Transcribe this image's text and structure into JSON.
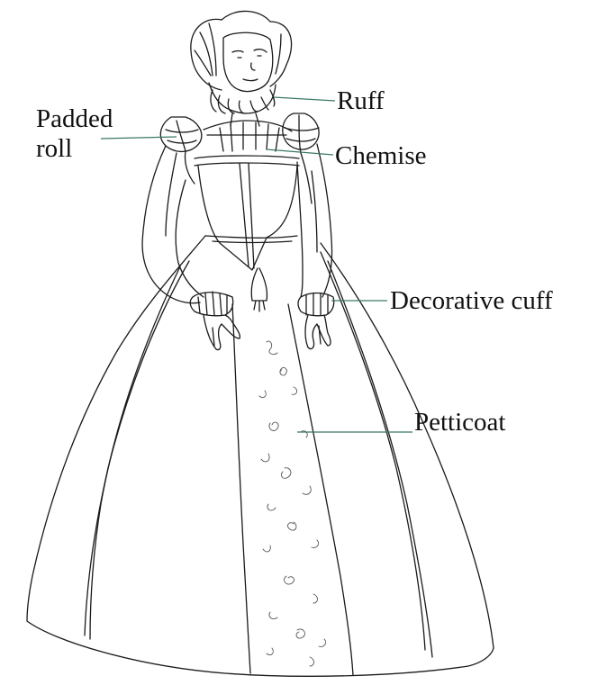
{
  "diagram": {
    "labels": {
      "ruff": "Ruff",
      "padded_roll": "Padded\nroll",
      "chemise": "Chemise",
      "decorative_cuff": "Decorative cuff",
      "petticoat": "Petticoat"
    },
    "colors": {
      "line": "#1a1a1a",
      "leader": "#3a7a60",
      "paper": "#ffffff"
    }
  }
}
